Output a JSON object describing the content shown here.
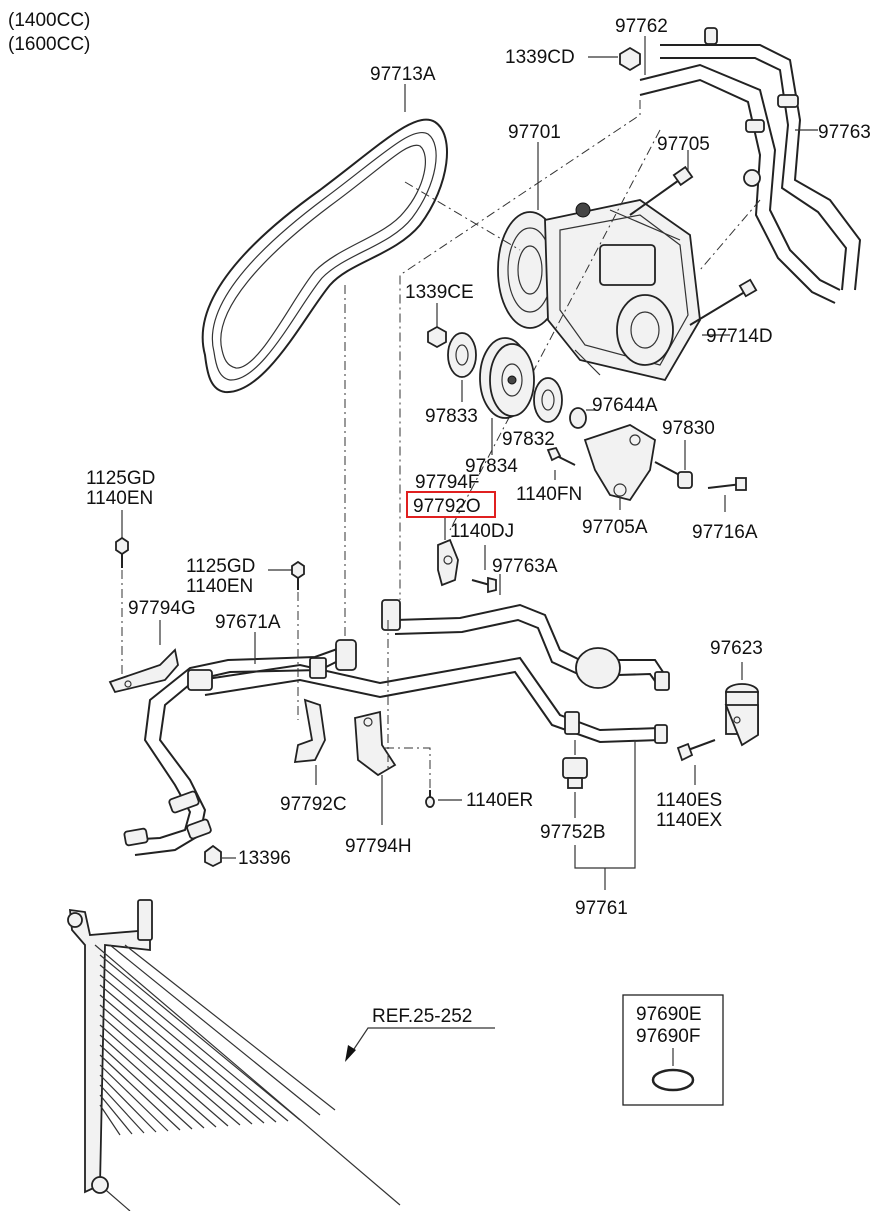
{
  "engine_variants": [
    "(1400CC)",
    "(1600CC)"
  ],
  "labels": {
    "belt": "97713A",
    "compressor": "97701",
    "bolt_97705": "97705",
    "nut_1339CD": "1339CD",
    "fitting_97762": "97762",
    "hose_97763": "97763",
    "bolt_97714D": "97714D",
    "nut_1339CE": "1339CE",
    "washer_97833": "97833",
    "pulley_97834": "97834",
    "washer_97832": "97832",
    "ring_97644A": "97644A",
    "bracket_97830": "97830",
    "bolt_1140FN": "1140FN",
    "bracket_97705A": "97705A",
    "bolt_97716A": "97716A",
    "clamp_97794F": "97794F",
    "clamp_97792O": "97792O",
    "bolt_1140DJ": "1140DJ",
    "pipe_97763A": "97763A",
    "bolt_1125GD_a": "1125GD",
    "bolt_1140EN_a": "1140EN",
    "bolt_1125GD_b": "1125GD",
    "bolt_1140EN_b": "1140EN",
    "clamp_97794G": "97794G",
    "pipe_97671A": "97671A",
    "receiver_97623": "97623",
    "clamp_97792C": "97792C",
    "clamp_97794H": "97794H",
    "bolt_1140ER": "1140ER",
    "bolt_1140ES": "1140ES",
    "bolt_1140EX": "1140EX",
    "switch_97752B": "97752B",
    "nut_13396": "13396",
    "pipe_97761": "97761",
    "ref_condenser": "REF.25-252",
    "oring_97690E": "97690E",
    "oring_97690F": "97690F"
  },
  "highlight": {
    "target": "97792O",
    "color": "#e02020"
  }
}
